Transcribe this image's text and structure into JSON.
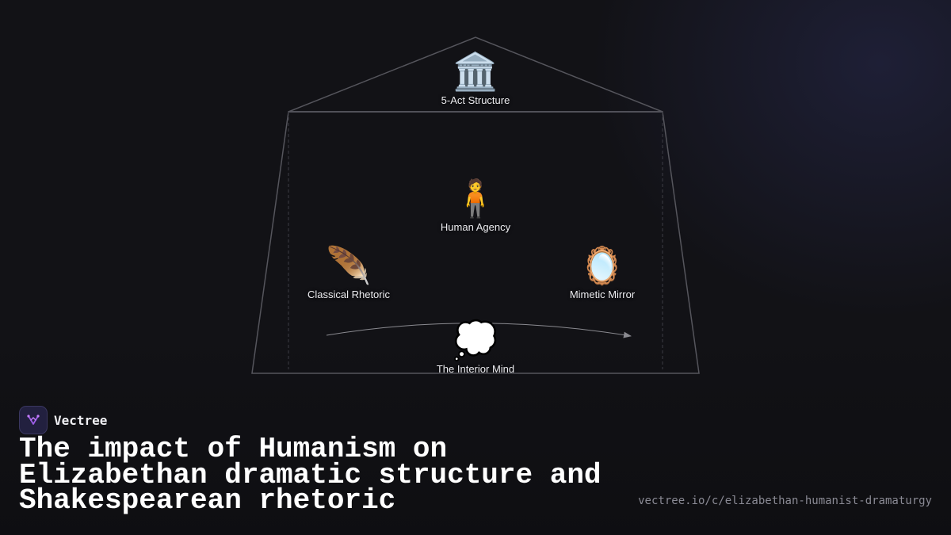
{
  "diagram": {
    "nodes": [
      {
        "id": "roof",
        "emoji": "🏛️",
        "label": "5-Act Structure"
      },
      {
        "id": "center",
        "emoji": "🧍",
        "label": "Human Agency"
      },
      {
        "id": "left",
        "emoji": "🪶",
        "label": "Classical Rhetoric"
      },
      {
        "id": "right",
        "emoji": "🪞",
        "label": "Mimetic Mirror"
      },
      {
        "id": "bottom",
        "emoji": "💭",
        "label": "The Interior Mind"
      }
    ],
    "colors": {
      "outline": "#55555c",
      "label": "#ececf0"
    }
  },
  "brand": {
    "name": "Vectree",
    "logo_icon": "vectree-logo-icon"
  },
  "title": "The impact of Humanism on Elizabethan dramatic structure and Shakespearean rhetoric",
  "url": "vectree.io/c/elizabethan-humanist-dramaturgy"
}
